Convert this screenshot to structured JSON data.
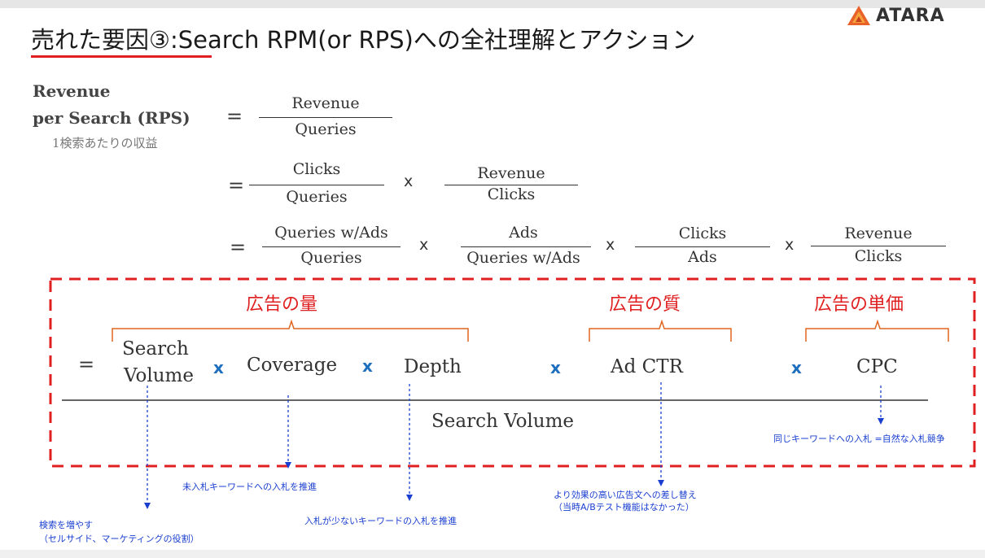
{
  "header": {
    "title": "売れた要因③:Search RPM(or RPS)への全社理解とアクション",
    "logo_text": "ATARA"
  },
  "rps": {
    "label_line1": "Revenue",
    "label_line2": "per Search (RPS)",
    "label_sub": "1検索あたりの収益",
    "eq1_num": "Revenue",
    "eq1_den": "Queries",
    "eq2_f1_num": "Clicks",
    "eq2_f1_den": "Queries",
    "eq2_f2_num": "Revenue",
    "eq2_f2_den": "Clicks",
    "eq3_f1_num": "Queries w/Ads",
    "eq3_f1_den": "Queries",
    "eq3_f2_num": "Ads",
    "eq3_f2_den": "Queries w/Ads",
    "eq3_f3_num": "Clicks",
    "eq3_f3_den": "Ads",
    "eq3_f4_num": "Revenue",
    "eq3_f4_den": "Clicks",
    "equals": "=",
    "times": "x"
  },
  "box": {
    "label_quantity": "広告の量",
    "label_quality": "広告の質",
    "label_price": "広告の単価",
    "term_search_1": "Search",
    "term_search_2": "Volume",
    "term_coverage": "Coverage",
    "term_depth": "Depth",
    "term_adctr": "Ad CTR",
    "term_cpc": "CPC",
    "denominator": "Search Volume"
  },
  "notes": {
    "cpc": "同じキーワードへの入札 =自然な入札競争",
    "coverage": "未入札キーワードへの入札を推進",
    "depth": "入札が少ないキーワードの入札を推進",
    "search_1": "検索を増やす",
    "search_2": "（セルサイド、マーケティングの役割）",
    "adctr_1": "より効果の高い広告文への差し替え",
    "adctr_2": "（当時A/Bテスト機能はなかった）"
  },
  "colors": {
    "accent_red": "#e02020",
    "note_blue": "#1a3fd0",
    "times_blue": "#1f6fbf",
    "logo_orange": "#e8622a"
  }
}
